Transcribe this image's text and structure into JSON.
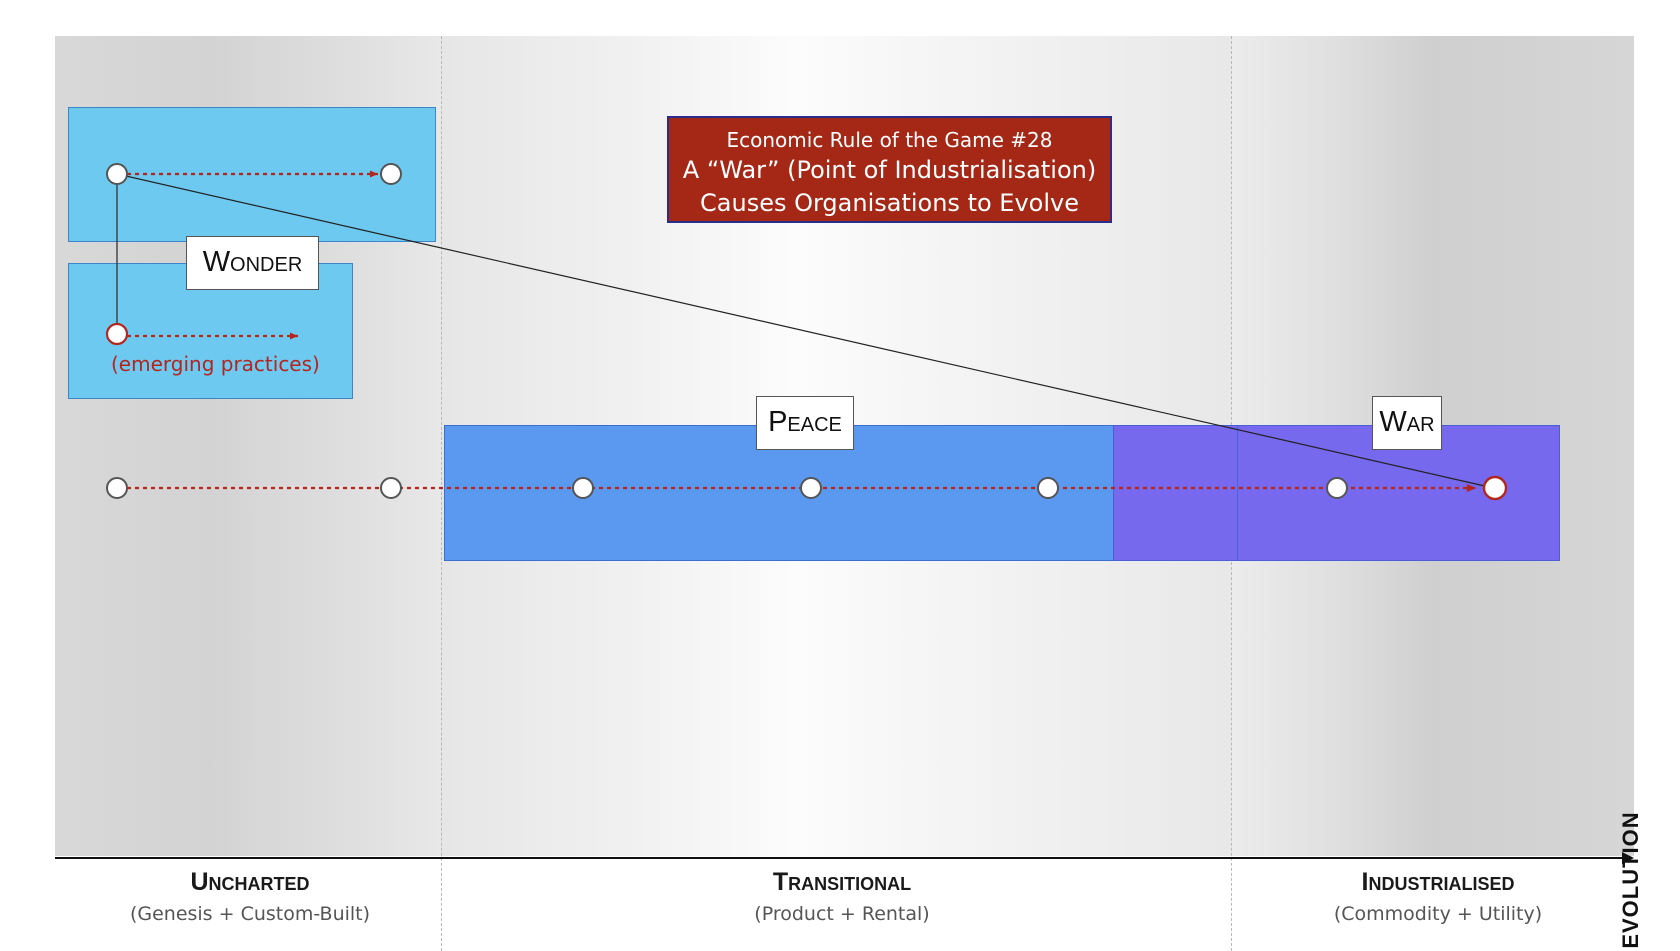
{
  "title_box": {
    "line1": "Economic Rule of the Game #28",
    "line2": "A “War” (Point of Industrialisation)",
    "line3": "Causes Organisations to Evolve"
  },
  "labels": {
    "wonder": "Wonder",
    "peace": "Peace",
    "war": "War",
    "emerging": "(emerging practices)"
  },
  "axis": {
    "title": "EVOLUTION",
    "stages": [
      {
        "name": "Uncharted",
        "sub": "(Genesis + Custom-Built)"
      },
      {
        "name": "Transitional",
        "sub": "(Product + Rental)"
      },
      {
        "name": "Industrialised",
        "sub": "(Commodity + Utility)"
      }
    ]
  },
  "colors": {
    "wonder_fill": "#6ec9f1",
    "peace_fill": "#5b98f0",
    "war_fill": "#7769ee",
    "rule_box_fill": "#a52817",
    "flow_arrow": "#b3261e"
  }
}
